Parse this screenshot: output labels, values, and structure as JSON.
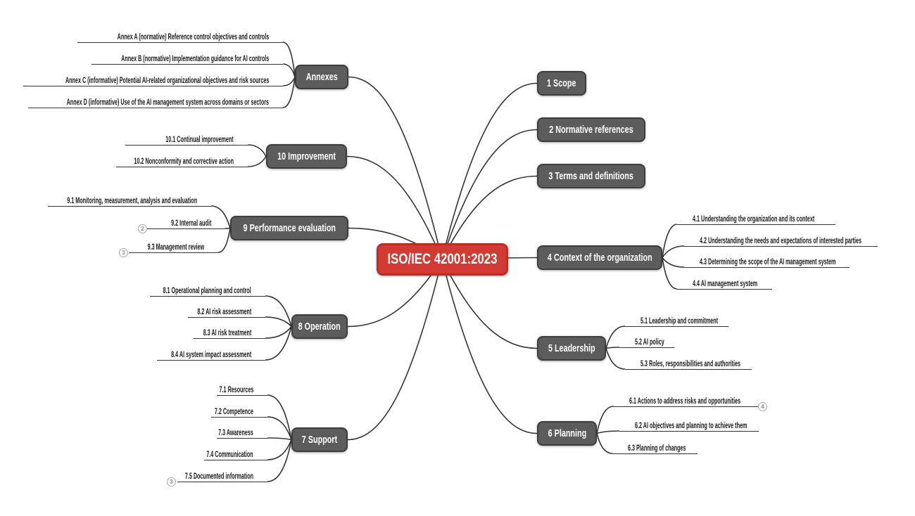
{
  "colors": {
    "canvas_bg": "#ffffff",
    "line": "#343434",
    "text": "#1a1a1a",
    "node_bg": "#5c5c5c",
    "node_border": "#3d3d3d",
    "root_bg": "#d23b33",
    "root_border": "#c02a24",
    "badge_border": "#a8a8a8",
    "badge_text": "#8a8a8a"
  },
  "root": {
    "label": "ISO/IEC 42001:2023"
  },
  "branches": {
    "right": [
      {
        "label": "1 Scope",
        "children": []
      },
      {
        "label": "2 Normative references",
        "children": []
      },
      {
        "label": "3 Terms and definitions",
        "children": []
      },
      {
        "label": "4 Context of the organization",
        "children": [
          {
            "label": "4.1 Understanding the organization and its context"
          },
          {
            "label": "4.2 Understanding the needs and expectations of interested parties"
          },
          {
            "label": "4.3 Determining the scope of the AI management system"
          },
          {
            "label": "4.4 AI management system"
          }
        ]
      },
      {
        "label": "5 Leadership",
        "children": [
          {
            "label": "5.1 Leadership and commitment"
          },
          {
            "label": "5.2 AI policy"
          },
          {
            "label": "5.3 Roles, responsibilities and authorities"
          }
        ]
      },
      {
        "label": "6 Planning",
        "children": [
          {
            "label": "6.1 Actions to address risks and opportunities",
            "badge": "4"
          },
          {
            "label": "6.2 AI objectives and planning to achieve them"
          },
          {
            "label": "6.3 Planning of changes"
          }
        ]
      }
    ],
    "left": [
      {
        "label": "Annexes",
        "children": [
          {
            "label": "Annex A (normative) Reference control objectives and controls"
          },
          {
            "label": "Annex B (normative) Implementation guidance for AI controls"
          },
          {
            "label": "Annex C (informative) Potential AI-related organizational objectives and risk sources"
          },
          {
            "label": "Annex D (informative) Use of the AI management system across domains or sectors"
          }
        ]
      },
      {
        "label": "10 Improvement",
        "children": [
          {
            "label": "10.1 Continual improvement"
          },
          {
            "label": "10.2 Nonconformity and corrective action"
          }
        ]
      },
      {
        "label": "9 Performance evaluation",
        "children": [
          {
            "label": "9.1 Monitoring, measurement, analysis and evaluation"
          },
          {
            "label": "9.2 Internal audit",
            "badge": "2"
          },
          {
            "label": "9.3 Management review",
            "badge": "3"
          }
        ]
      },
      {
        "label": "8 Operation",
        "children": [
          {
            "label": "8.1 Operational planning and control"
          },
          {
            "label": "8.2 AI risk assessment"
          },
          {
            "label": "8.3 AI risk treatment"
          },
          {
            "label": "8.4 AI system impact assessment"
          }
        ]
      },
      {
        "label": "7 Support",
        "children": [
          {
            "label": "7.1 Resources"
          },
          {
            "label": "7.2 Competence"
          },
          {
            "label": "7.3 Awareness"
          },
          {
            "label": "7.4 Communication"
          },
          {
            "label": "7.5 Documented information",
            "badge": "3"
          }
        ]
      }
    ]
  }
}
